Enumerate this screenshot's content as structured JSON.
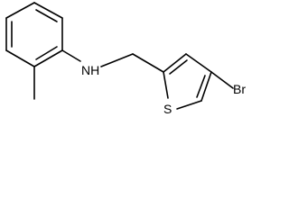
{
  "molecule": {
    "atoms": {
      "amine": "NH",
      "sulfur": "S",
      "bromine": "Br"
    }
  },
  "colors": {
    "bond": "#000000",
    "text": "#000000",
    "background": "#ffffff"
  }
}
